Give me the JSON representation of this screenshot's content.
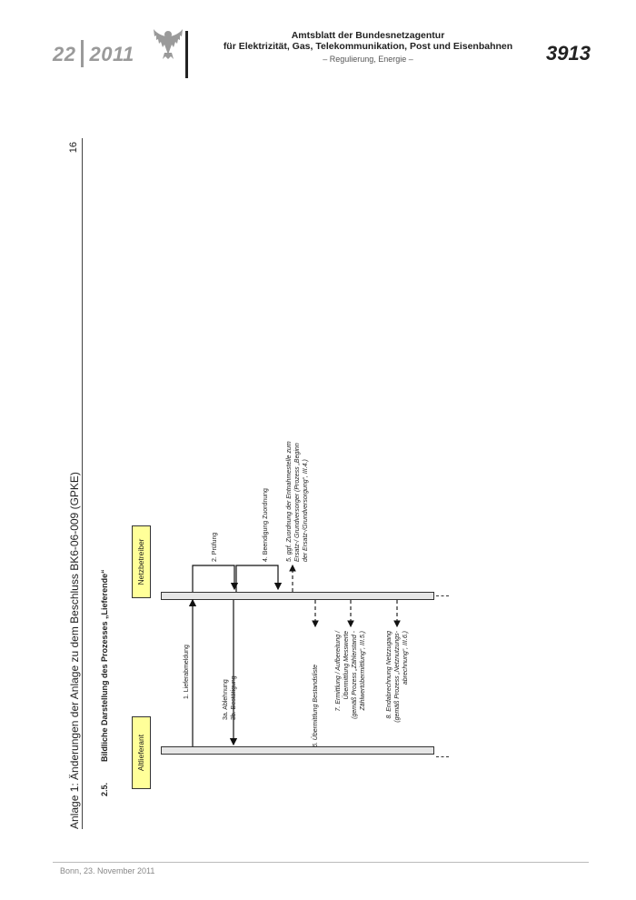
{
  "header": {
    "issue_number": "22",
    "issue_year": "2011",
    "title_line1": "Amtsblatt der Bundesnetzagentur",
    "title_line2": "für Elektrizität, Gas, Telekommunikation, Post und Eisenbahnen",
    "subtitle": "– Regulierung, Energie –",
    "page_number": "3913"
  },
  "annex": {
    "title": "Anlage 1: Änderungen der Anlage zu dem Beschluss BK6-06-009 (GPKE)",
    "page": "16"
  },
  "section": {
    "number": "2.5.",
    "title": "Bildliche Darstellung des Prozesses „Lieferende“"
  },
  "diagram": {
    "roles": {
      "left": "Altlieferant",
      "right": "Netzbetreiber"
    },
    "steps": {
      "s1": "1. Lieferabmeldung",
      "s2": "2. Prüfung",
      "s3a": "3a. Ablehnung",
      "s3b": "3b. Bestätigung",
      "s4": "4. Beendigung Zuordnung",
      "s5_l1": "5. ggf. Zuordnung der Entnahmestelle zum",
      "s5_l2": "Ersatz-/ Grundversorger (Prozess „Beginn",
      "s5_l3": "der Ersatz-/Grundversorgung“, III.4.)",
      "s6": "6. Übermittlung Bestandsliste",
      "s7_l1": "7. Ermittlung / Aufbereitung /",
      "s7_l2": "Übermittlung Messwerte",
      "s7_l3": "(gemäß Prozess „Zählerstand -",
      "s7_l4": "Zählwertübermittlung“, III.5.)",
      "s8_l1": "8. Endabrechnung Netzzugang",
      "s8_l2": "(gemäß Prozess „Netznutzungs-",
      "s8_l3": "abrechnung“, III.6.)"
    }
  },
  "footer": {
    "date": "Bonn, 23. November 2011"
  }
}
